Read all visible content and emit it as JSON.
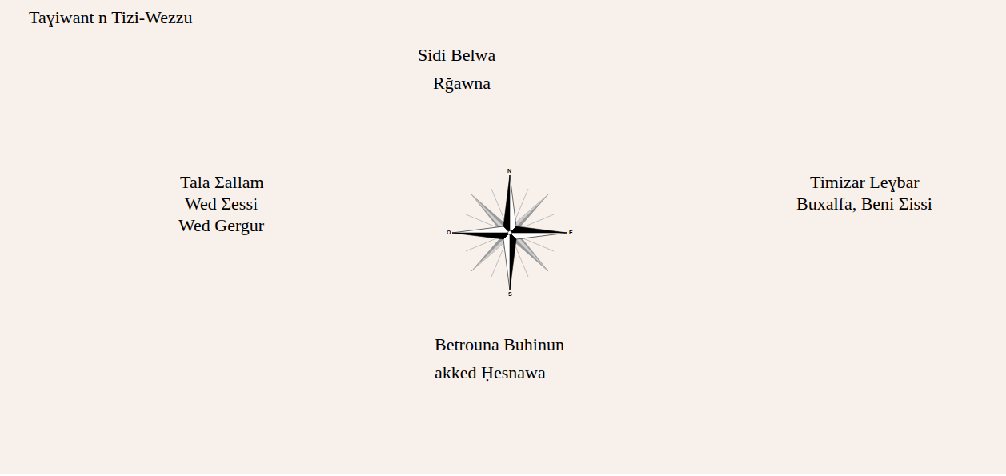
{
  "diagram": {
    "title": "Taɣiwant n Tizi-Wezzu",
    "labels": [
      "Sidi Belwa",
      "Rğawna",
      "Tala Σallam",
      "Wed Σessi",
      "Wed Gergur",
      "Timizar Leɣbar",
      "Buxalfa, Beni Σissi",
      "Betrouna Buhinun",
      "akked Ḥesnawa",
      "N",
      "E",
      "S",
      "O"
    ]
  }
}
